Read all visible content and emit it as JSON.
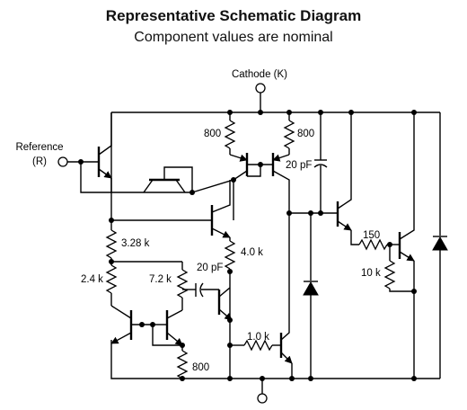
{
  "title": "Representative Schematic Diagram",
  "subtitle": "Component values are nominal",
  "pins": {
    "cathode": "Cathode (K)",
    "reference_line1": "Reference",
    "reference_line2": "(R)"
  },
  "components": {
    "r_800_left": "800",
    "r_800_right": "800",
    "c_20pf_top": "20 pF",
    "r_3_28k": "3.28 k",
    "r_4_0k": "4.0 k",
    "r_2_4k": "2.4 k",
    "r_7_2k": "7.2 k",
    "c_20pf_mid": "20 pF",
    "r_1_0k": "1.0 k",
    "r_800_bottom": "800",
    "r_150": "150",
    "r_10k": "10 k"
  }
}
